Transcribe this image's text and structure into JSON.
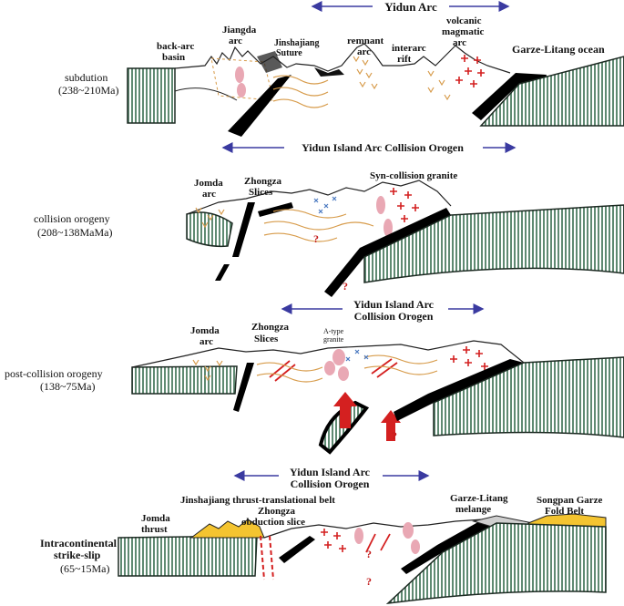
{
  "panel1": {
    "span_label": "Yidun Arc",
    "stage_label": "subdution",
    "stage_age": "(238~210Ma)",
    "labels": {
      "back_arc_1": "back-arc",
      "back_arc_2": "basin",
      "jiangda_1": "Jiangda",
      "jiangda_2": "arc",
      "jinshajiang_1": "Jinshajiang",
      "jinshajiang_2": "Suture",
      "remnant_1": "remnant",
      "remnant_2": "arc",
      "interarc_1": "interarc",
      "interarc_2": "rift",
      "volcanic_1": "volcanic",
      "volcanic_2": "magmatic",
      "volcanic_3": "arc",
      "ocean": "Garze-Litang ocean"
    }
  },
  "panel2": {
    "span_label": "Yidun Island Arc Collision Orogen",
    "stage_label": "collision orogeny",
    "stage_age": "(208~138MaMa)",
    "labels": {
      "jomda_1": "Jomda",
      "jomda_2": "arc",
      "zhongza_1": "Zhongza",
      "zhongza_2": "Slices",
      "syn": "Syn-collision granite",
      "q": "?"
    }
  },
  "panel3": {
    "span_label_1": "Yidun Island Arc",
    "span_label_2": "Collision Orogen",
    "stage_label": "post-collision orogeny",
    "stage_age": "(138~75Ma)",
    "labels": {
      "jomda_1": "Jomda",
      "jomda_2": "arc",
      "zhongza_1": "Zhongza",
      "zhongza_2": "Slices",
      "atype_1": "A-type",
      "atype_2": "granite",
      "q": "?"
    }
  },
  "panel4": {
    "span_label_1": "Yidun Island Arc",
    "span_label_2": "Collision Orogen",
    "stage_label_1": "Intracontinental",
    "stage_label_2": "strike-slip",
    "stage_age": "(65~15Ma)",
    "labels": {
      "jinsha_belt": "Jinshajiang thrust-translational belt",
      "zhongza_1": "Zhongza",
      "zhongza_2": "obduction slice",
      "jomda_1": "Jomda",
      "jomda_2": "thrust",
      "garze_1": "Garze-Litang",
      "garze_2": "melange",
      "songpan_1": "Songpan Garze",
      "songpan_2": "Fold Belt",
      "q": "?"
    }
  },
  "colors": {
    "crust": "#5f8a72",
    "crust_line": "#1c2a22",
    "slab": "#000000",
    "granite": "#e9a8b4",
    "red_symbol": "#d42020",
    "orange_sed": "#d79b4a",
    "blue_sym": "#4a78c0",
    "yellow_fold": "#f4c430",
    "arrow_blue": "#3a3aa0",
    "arrow_red": "#d42020"
  }
}
